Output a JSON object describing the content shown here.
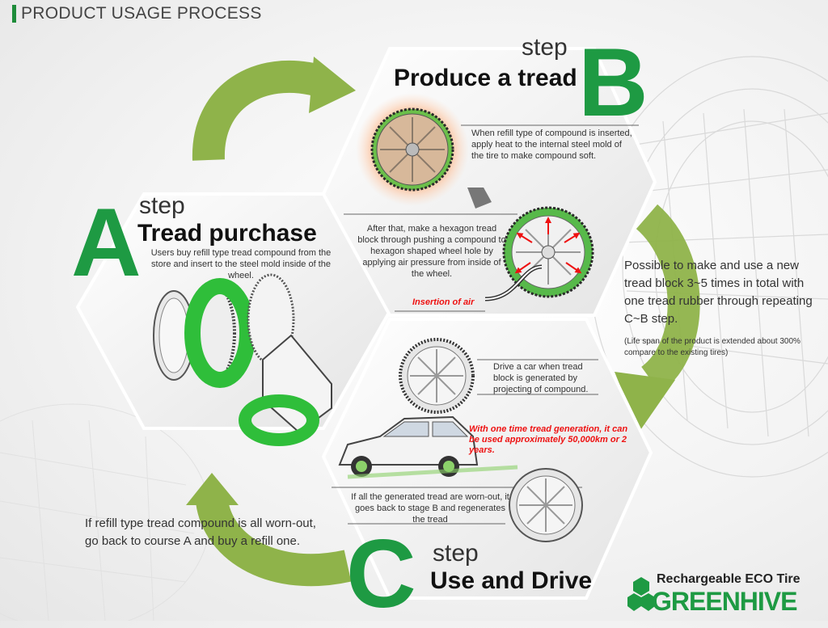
{
  "header": {
    "title": "PRODUCT USAGE PROCESS"
  },
  "stepA": {
    "step_label": "step",
    "letter": "A",
    "title": "Tread purchase",
    "description": "Users buy refill type tread compound from the store and insert to the steel mold inside of the wheel."
  },
  "stepB": {
    "step_label": "step",
    "letter": "B",
    "title": "Produce a tread",
    "text1": "When refill type of compound is inserted, apply heat to the internal steel mold of the tire to make compound soft.",
    "text2": "After that, make a hexagon tread block through pushing a compound to hexagon shaped wheel hole by applying air pressure from inside of the wheel.",
    "air_label": "Insertion of air"
  },
  "stepC": {
    "step_label": "step",
    "letter": "C",
    "title": "Use and Drive",
    "text1": "Drive a car when tread block is generated by projecting of compound.",
    "red_note": "With one time tread generation, it can be used approximately 50,000km or 2 years.",
    "text2": "If all the generated tread are worn-out, it goes back to stage B and regenerates the tread"
  },
  "right_note": {
    "main": "Possible to make and use a new tread block 3~5 times in total with one tread rubber through repeating C~B step.",
    "sub": "(Life span of the product is extended about 300% compare to the existing tires)"
  },
  "left_note": "If refill type tread compound is all worn-out, go back to course A and buy a refill one.",
  "brand": {
    "tagline": "Rechargeable ECO Tire",
    "name_part1": "GREEN",
    "name_part2": "HIVE",
    "color_green": "#1e9a43"
  },
  "colors": {
    "accent_green": "#1e9a43",
    "arrow_green": "#8fb34a",
    "red_text": "#e11111"
  }
}
